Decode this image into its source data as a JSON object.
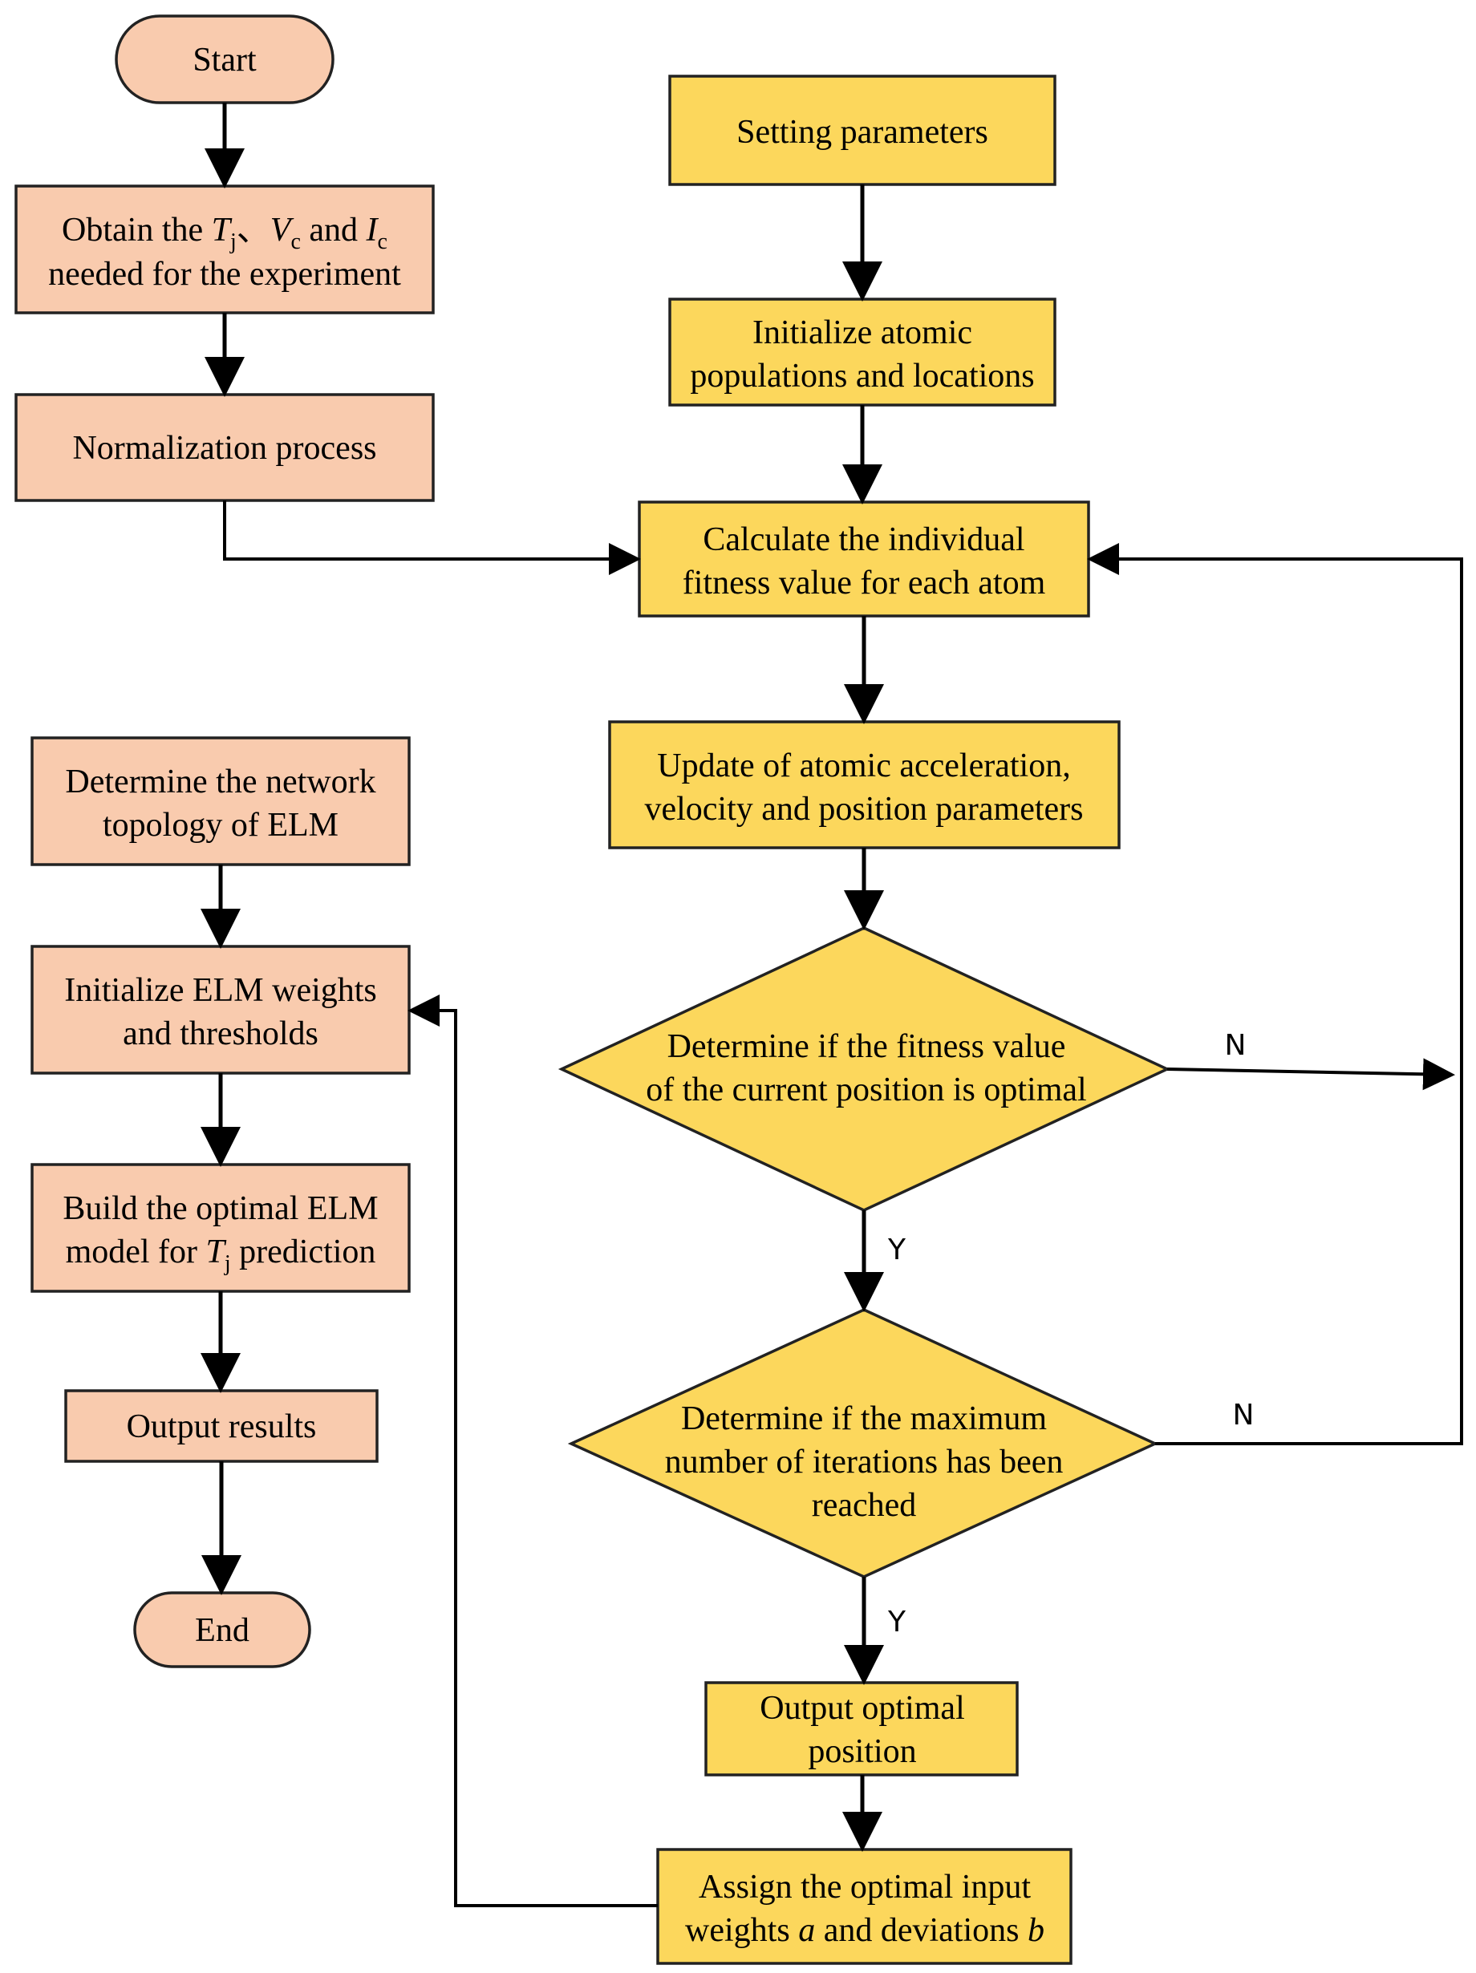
{
  "colors": {
    "left_fill": "#F9CBAE",
    "right_fill": "#FCD75C",
    "line": "#000000"
  },
  "nodes": {
    "start": "Start",
    "obtain": [
      "Obtain the ",
      "T",
      "j",
      "、",
      "V",
      "c",
      " and ",
      "I",
      "c",
      "needed for the experiment"
    ],
    "normalize": "Normalization process",
    "setting": "Setting parameters",
    "init_atoms": [
      "Initialize atomic",
      "populations and locations"
    ],
    "calc_fitness": [
      "Calculate the individual",
      "fitness value for each atom"
    ],
    "update": [
      "Update of atomic acceleration,",
      "velocity and position parameters"
    ],
    "decide_fitness": [
      "Determine if the fitness value",
      "of the current position is optimal"
    ],
    "decide_iter": [
      "Determine if the maximum",
      "number of iterations has been",
      "reached"
    ],
    "output_opt": [
      "Output optimal",
      "position"
    ],
    "assign": [
      "Assign the optimal input",
      "weights ",
      "a",
      " and deviations ",
      "b"
    ],
    "topology": [
      "Determine the network",
      "topology of ELM"
    ],
    "init_elm": [
      "Initialize ELM weights",
      "and thresholds"
    ],
    "build": [
      "Build the optimal ELM",
      "model for ",
      "T",
      "j",
      " prediction"
    ],
    "output_results": "Output results",
    "end": "End"
  },
  "edge_labels": {
    "n1": "N",
    "y1": "Y",
    "n2": "N",
    "y2": "Y"
  }
}
